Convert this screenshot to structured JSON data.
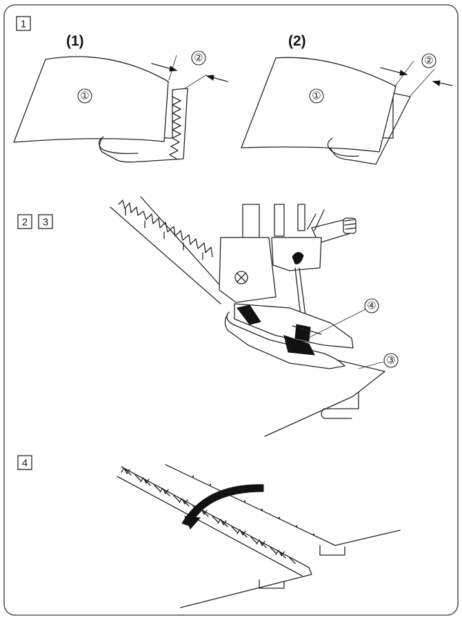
{
  "steps": {
    "step1": "1",
    "step2": "2",
    "step3": "3",
    "step4": "4"
  },
  "figures": {
    "fig1_label": "(1)",
    "fig2_label": "(2)"
  },
  "callouts": {
    "fabric": "①",
    "allowance": "②",
    "fold_edge": "③",
    "guide": "④"
  },
  "colors": {
    "frame": "#555555",
    "line": "#222222",
    "shade": "#111111"
  }
}
